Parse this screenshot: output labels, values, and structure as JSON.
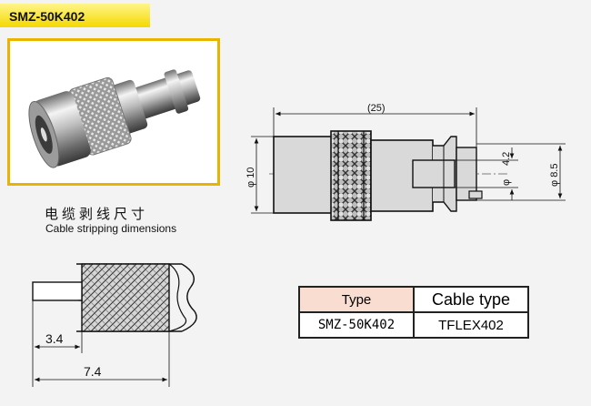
{
  "header": {
    "title": "SMZ-50K402"
  },
  "caption": {
    "cn": "电缆剥线尺寸",
    "en": "Cable stripping dimensions"
  },
  "connector_drawing": {
    "length": "(25)",
    "diameter_body": "φ 10",
    "diameter_pin": "4.2",
    "diameter_pin_prefix": "φ",
    "diameter_rear": "φ 8.5"
  },
  "stripping_drawing": {
    "dim_short": "3.4",
    "dim_long": "7.4"
  },
  "table": {
    "headers": [
      "Type",
      "Cable type"
    ],
    "rows": [
      [
        "SMZ-50K402",
        "TFLEX402"
      ]
    ]
  },
  "colors": {
    "title_badge": "#f5d800",
    "photo_border": "#e9b400",
    "type_header": "#f9ddd0"
  }
}
